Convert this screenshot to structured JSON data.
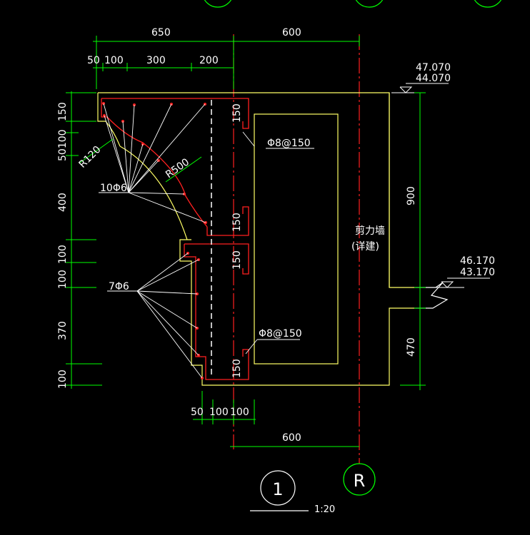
{
  "colors": {
    "background": "#000000",
    "outline": "#ffff66",
    "dimension": "#00ff00",
    "rebar": "#ff2020",
    "axis": "#ff2020",
    "text": "#ffffff"
  },
  "top_dims": {
    "overall_left": "650",
    "overall_right": "600",
    "a": "50",
    "b": "100",
    "c": "300",
    "d": "200"
  },
  "bottom_dims": {
    "a": "50",
    "b": "100",
    "c": "100",
    "overall": "600"
  },
  "left_dims": {
    "d1": "150",
    "d2": "50100",
    "d3": "400",
    "d4": "100",
    "d5": "100",
    "d6": "370",
    "d7": "100"
  },
  "right_dims": {
    "upper": "900",
    "lower": "470"
  },
  "inner_dims": {
    "s1": "150",
    "s2": "150",
    "s3": "150",
    "s4": "150"
  },
  "elevations": {
    "top_1": "47.070",
    "top_2": "44.070",
    "mid_1": "46.170",
    "mid_2": "43.170"
  },
  "annotations": {
    "radius_small": "R120",
    "radius_large": "R500",
    "bars_upper": "10Φ6",
    "bars_lower": "7Φ6",
    "stirrup_upper": "Φ8@150",
    "stirrup_lower": "Φ8@150",
    "wall_label_1": "剪力墙",
    "wall_label_2": "(详建)"
  },
  "detail": {
    "number": "1",
    "scale": "1:20"
  },
  "axis_label": "R"
}
